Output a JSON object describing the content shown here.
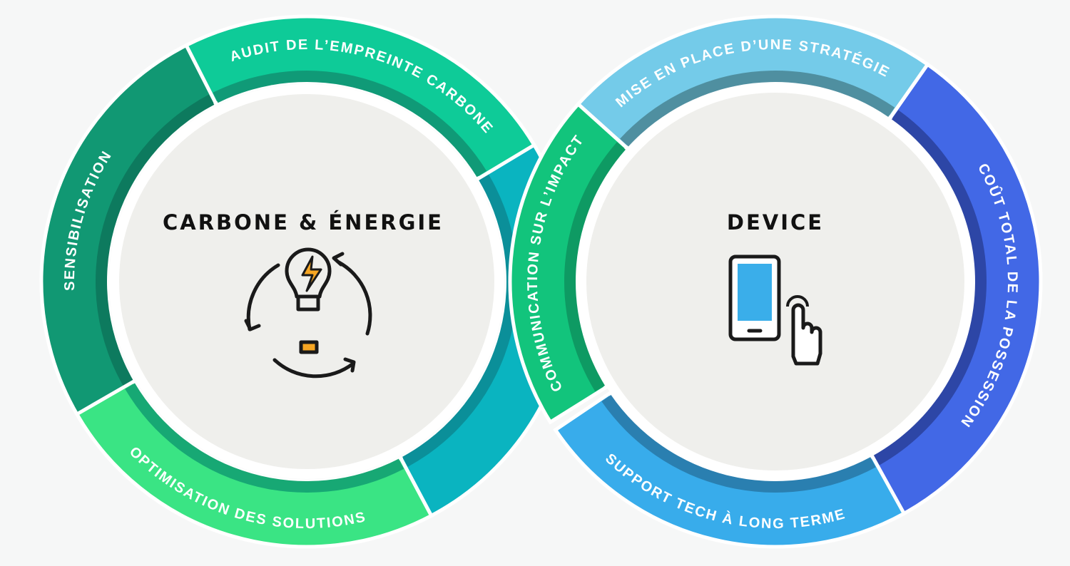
{
  "left_cycle": {
    "title": "CARBONE & ÉNERGIE",
    "icon": "lightbulb-cycle-icon",
    "segments": [
      {
        "id": "audit",
        "label": "AUDIT DE L’EMPREINTE CARBONE",
        "color": "#0ecb98",
        "dark": "#109a77"
      },
      {
        "id": "connector",
        "label": "",
        "color": "#0ab4c0",
        "dark": "#0b8f99"
      },
      {
        "id": "optimisation",
        "label": "OPTIMISATION DES SOLUTIONS",
        "color": "#3ae484",
        "dark": "#17a874"
      },
      {
        "id": "sensibilisation",
        "label": "SENSIBILISATION",
        "color": "#119873",
        "dark": "#0d7a5e"
      }
    ]
  },
  "right_cycle": {
    "title": "DEVICE",
    "icon": "smartphone-touch-icon",
    "segments": [
      {
        "id": "strategie",
        "label": "MISE EN PLACE D’UNE STRATÉGIE",
        "color": "#74cbe9",
        "dark": "#4f8fa0"
      },
      {
        "id": "cout",
        "label": "COÛT TOTAL DE LA POSSESSION",
        "color": "#4268e6",
        "dark": "#2d46a6"
      },
      {
        "id": "support",
        "label": "SUPPORT TECH À LONG TERME",
        "color": "#38aceb",
        "dark": "#2a7fb0"
      },
      {
        "id": "communication",
        "label": "COMMUNICATION SUR L’IMPACT",
        "color": "#12c47c",
        "dark": "#0e9a63"
      }
    ]
  },
  "colors": {
    "inner_fill": "#efefec",
    "icon_accent": "#f6a623",
    "screen": "#3aaeea"
  }
}
